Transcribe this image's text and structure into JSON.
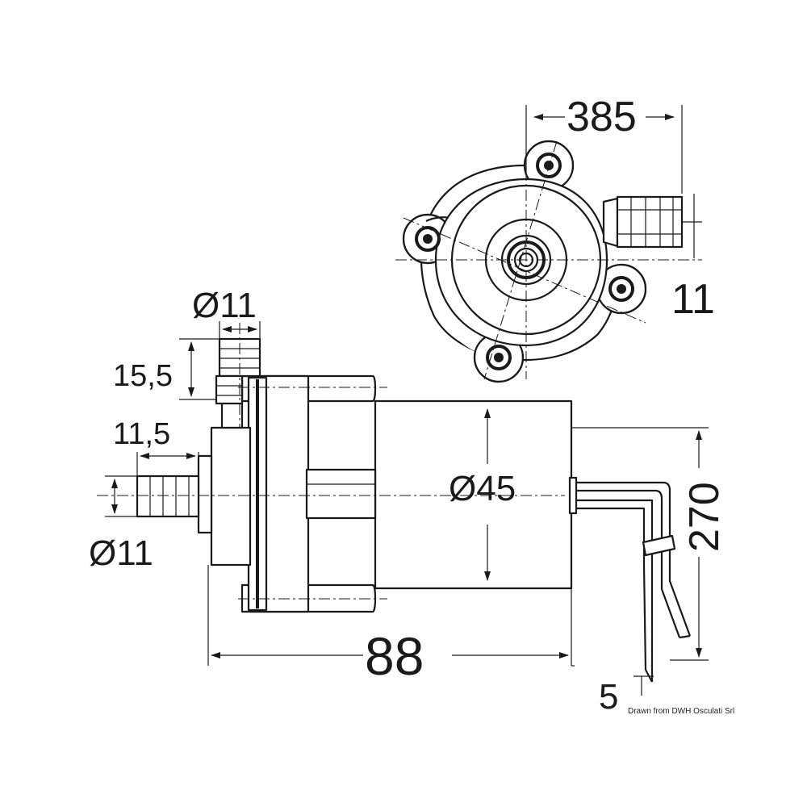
{
  "dimensions": {
    "top_width": "385",
    "top_height": "11",
    "port_diameter_upper": "Ø11",
    "port_length_upper": "15,5",
    "port_length_lower": "11,5",
    "port_diameter_lower": "Ø11",
    "motor_diameter": "Ø45",
    "overall_length": "88",
    "cable_length": "270",
    "wire_offset": "5"
  },
  "credit": "Drawn from DWH Osculati Srl"
}
